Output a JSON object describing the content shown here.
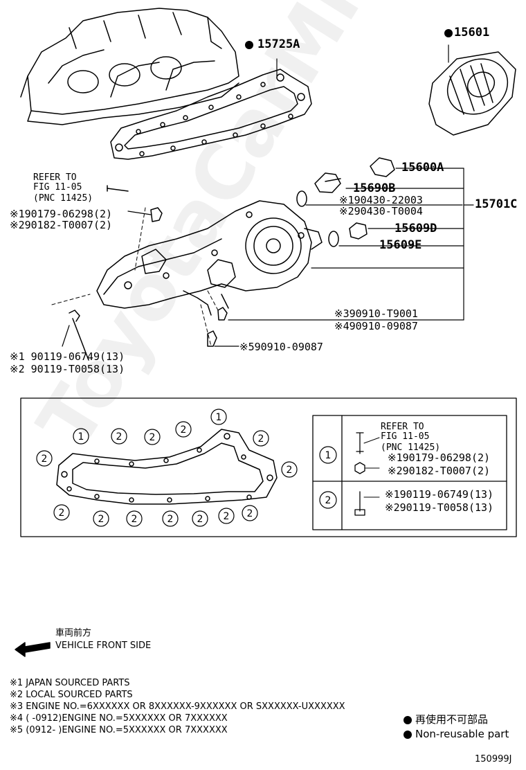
{
  "parts": {
    "p15725A": "15725A",
    "p15601": "15601",
    "p15600A": "15600A",
    "p15690B": "15690B",
    "p90430_22003": "90430-22003",
    "p90430_T0004": "90430-T0004",
    "p15701C": "15701C",
    "p15609D": "15609D",
    "p15609E": "15609E",
    "p90910_T9001": "90910-T9001",
    "p90910_09087a": "90910-09087",
    "p90910_09087b": "90910-09087",
    "p90179_06298": "90179-06298(2)",
    "p90182_T0007": "90182-T0007(2)",
    "p90119_06749": "90119-06749(13)",
    "p90119_T0058": "90119-T0058(13)"
  },
  "marks": {
    "m1": "※1",
    "m2": "※2",
    "m3": "※3",
    "m4": "※4",
    "m5": "※5",
    "nonreusable_dot": "●"
  },
  "refer": {
    "line1": "REFER TO",
    "line2": "FIG 11-05",
    "line3": "(PNC 11425)"
  },
  "inset": {
    "circle1": "1",
    "circle2": "2",
    "row1_label": "1",
    "row2_label": "2",
    "refer_line1": "REFER TO",
    "refer_line2": "FIG 11-05",
    "refer_line3": "(PNC 11425)",
    "row1_a": "※190179-06298(2)",
    "row1_b": "※290182-T0007(2)",
    "row2_a": "※190119-06749(13)",
    "row2_b": "※290119-T0058(13)"
  },
  "front": {
    "jp": "車両前方",
    "en": "VEHICLE FRONT SIDE"
  },
  "notes": {
    "n1": "※1 JAPAN SOURCED PARTS",
    "n2": "※2 LOCAL SOURCED PARTS",
    "n3": "※3 ENGINE NO.=6XXXXXX OR 8XXXXXX-9XXXXXX OR SXXXXXX-UXXXXXX",
    "n4": "※4 (       -0912)ENGINE NO.=5XXXXXX OR 7XXXXXX",
    "n5": "※5 (0912-       )ENGINE NO.=5XXXXXX OR 7XXXXXX"
  },
  "legend": {
    "jp": "再使用不可部品",
    "en": "Non-reusable part"
  },
  "figure_id": "150999J",
  "watermark": "ToyotaCarMimer.ru"
}
